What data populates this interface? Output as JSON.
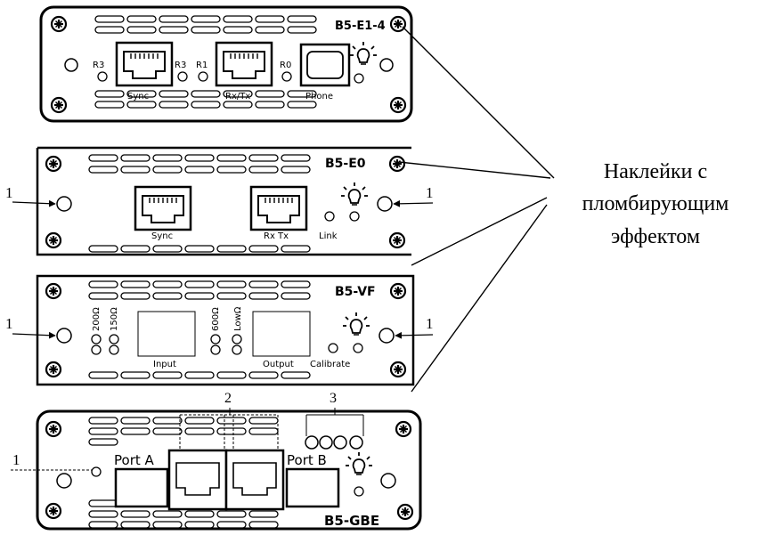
{
  "modules": {
    "e14": {
      "title": "B5-E1-4",
      "labels": [
        "R3",
        "R3",
        "R1",
        "R0"
      ],
      "ports": [
        "Sync",
        "Rx/Tx",
        "Phone"
      ]
    },
    "e0": {
      "title": "B5-E0",
      "ports": [
        "Sync",
        "Rx Tx",
        "Link"
      ],
      "callout_left": "1",
      "callout_right": "1"
    },
    "vf": {
      "title": "B5-VF",
      "vert_labels": [
        "200Ω",
        "150Ω",
        "600Ω",
        "LowΩ"
      ],
      "ports": [
        "Input",
        "Output",
        "Calibrate"
      ],
      "callout_left": "1",
      "callout_right": "1"
    },
    "gbe": {
      "title": "B5-GBE",
      "ports": [
        "Port A",
        "Port B"
      ],
      "callout_left": "1",
      "callout_2": "2",
      "callout_3": "3"
    }
  },
  "annotation": {
    "lines": [
      "Наклейки с",
      "пломбирующим",
      "эффектом"
    ]
  }
}
